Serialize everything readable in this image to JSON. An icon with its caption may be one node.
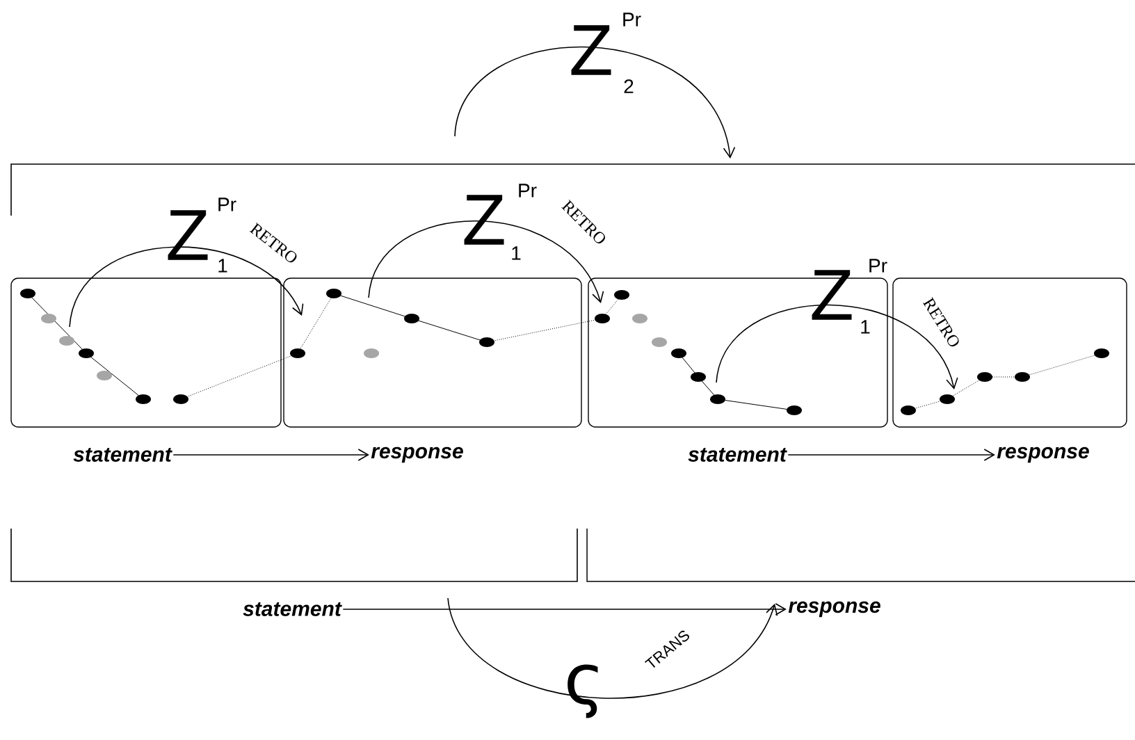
{
  "diagram": {
    "nodes": [
      {
        "text": [],
        "shape": "box"
      },
      {
        "text": [],
        "shape": "box"
      },
      {
        "text": [],
        "shape": "box"
      },
      {
        "text": [],
        "shape": "box"
      },
      {
        "text": [
          "statement"
        ]
      },
      {
        "text": [
          "response"
        ]
      },
      {
        "text": [
          "statement"
        ]
      },
      {
        "text": [
          "response"
        ]
      },
      {
        "text": [],
        "shape": "bracket"
      },
      {
        "text": [
          "statement"
        ]
      },
      {
        "text": [
          "response"
        ]
      }
    ],
    "edges": [
      {
        "from": 0,
        "to": 1,
        "arrow": "to",
        "label": "RETRO"
      },
      {
        "from": 1,
        "to": 2,
        "arrow": "to",
        "label": "RETRO"
      },
      {
        "from": 2,
        "to": 3,
        "arrow": "to",
        "label": "RETRO"
      },
      {
        "from": 4,
        "to": 5,
        "arrow": "to"
      },
      {
        "from": 6,
        "to": 7,
        "arrow": "to"
      },
      {
        "from": null,
        "to": 8,
        "arrow": "to"
      },
      {
        "from": 9,
        "to": 10,
        "arrow": "to"
      },
      {
        "from": 9,
        "to": 10,
        "arrow": "to",
        "label": "TRANS"
      }
    ],
    "labels": [
      "Z",
      "Pr",
      "2",
      "Z",
      "Pr",
      "1",
      "Z",
      "Pr",
      "1",
      "Z",
      "Pr",
      "1",
      "ς"
    ]
  }
}
